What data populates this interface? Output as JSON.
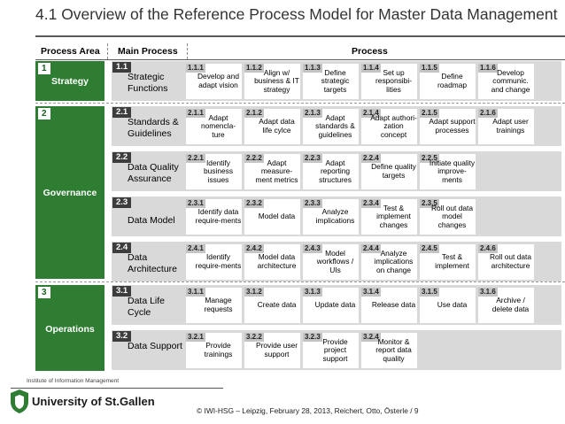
{
  "title": "4.1 Overview of the Reference Process Model for Master Data Management",
  "headers": {
    "area": "Process Area",
    "main": "Main Process",
    "process": "Process"
  },
  "areas": [
    {
      "num": "1",
      "name": "Strategy"
    },
    {
      "num": "2",
      "name": "Governance"
    },
    {
      "num": "3",
      "name": "Operations"
    }
  ],
  "rows": [
    {
      "num": "1.1",
      "name": "Strategic Functions",
      "cells": [
        {
          "num": "1.1.1",
          "text": "Develop and adapt vision"
        },
        {
          "num": "1.1.2",
          "text": "Align w/ business & IT strategy"
        },
        {
          "num": "1.1.3",
          "text": "Define strategic targets"
        },
        {
          "num": "1.1.4",
          "text": "Set up responsibi-lities"
        },
        {
          "num": "1.1.5",
          "text": "Define roadmap"
        },
        {
          "num": "1.1.6",
          "text": "Develop communic. and change"
        }
      ]
    },
    {
      "num": "2.1",
      "name": "Standards & Guidelines",
      "cells": [
        {
          "num": "2.1.1",
          "text": "Adapt nomencla-ture"
        },
        {
          "num": "2.1.2",
          "text": "Adapt data life cylce"
        },
        {
          "num": "2.1.3",
          "text": "Adapt standards & guidelines"
        },
        {
          "num": "2.1.4",
          "text": "Adapt authori-zation concept"
        },
        {
          "num": "2.1.5",
          "text": "Adapt support processes"
        },
        {
          "num": "2.1.6",
          "text": "Adapt user trainings"
        }
      ]
    },
    {
      "num": "2.2",
      "name": "Data Quality Assurance",
      "cells": [
        {
          "num": "2.2.1",
          "text": "Identify business issues"
        },
        {
          "num": "2.2.2",
          "text": "Adapt measure-ment metrics"
        },
        {
          "num": "2.2.3",
          "text": "Adapt reporting structures"
        },
        {
          "num": "2.2.4",
          "text": "Define quality targets"
        },
        {
          "num": "2.2.5",
          "text": "Initiate quality improve-ments"
        }
      ]
    },
    {
      "num": "2.3",
      "name": "Data Model",
      "cells": [
        {
          "num": "2.3.1",
          "text": "Identify data require-ments"
        },
        {
          "num": "2.3.2",
          "text": "Model data"
        },
        {
          "num": "2.3.3",
          "text": "Analyze implications"
        },
        {
          "num": "2.3.4",
          "text": "Test & implement changes"
        },
        {
          "num": "2.3.5",
          "text": "Roll out data model changes"
        }
      ]
    },
    {
      "num": "2.4",
      "name": "Data Architecture",
      "cells": [
        {
          "num": "2.4.1",
          "text": "Identify require-ments"
        },
        {
          "num": "2.4.2",
          "text": "Model data architecture"
        },
        {
          "num": "2.4.3",
          "text": "Model workflows / UIs"
        },
        {
          "num": "2.4.4",
          "text": "Analyze implications on change"
        },
        {
          "num": "2.4.5",
          "text": "Test & implement"
        },
        {
          "num": "2.4.6",
          "text": "Roll out data architecture"
        }
      ]
    },
    {
      "num": "3.1",
      "name": "Data Life Cycle",
      "cells": [
        {
          "num": "3.1.1",
          "text": "Manage requests"
        },
        {
          "num": "3.1.2",
          "text": "Create data"
        },
        {
          "num": "3.1.3",
          "text": "Update data"
        },
        {
          "num": "3.1.4",
          "text": "Release data"
        },
        {
          "num": "3.1.5",
          "text": "Use data"
        },
        {
          "num": "3.1.6",
          "text": "Archive / delete data"
        }
      ]
    },
    {
      "num": "3.2",
      "name": "Data Support",
      "cells": [
        {
          "num": "3.2.1",
          "text": "Provide trainings"
        },
        {
          "num": "3.2.2",
          "text": "Provide user support"
        },
        {
          "num": "3.2.3",
          "text": "Provide project support"
        },
        {
          "num": "3.2.4",
          "text": "Monitor & report data quality"
        }
      ]
    }
  ],
  "footer": {
    "institute": "Institute of Information Management",
    "university": "University of St.Gallen",
    "citation": "© IWI-HSG – Leipzig, February 28, 2013, Reichert, Otto, Österle / 9"
  },
  "colors": {
    "area_green": "#2e7d32",
    "row_gray": "#d9d9d9",
    "num_dark": "#3d3d3d",
    "cell_num": "#c4c4c4"
  }
}
